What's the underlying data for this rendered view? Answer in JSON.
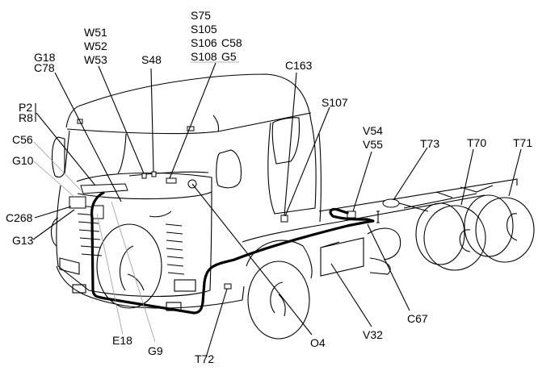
{
  "diagram": {
    "subject": "Truck chassis wiring harness component locations",
    "labels": [
      {
        "id": "W51",
        "text": "W51"
      },
      {
        "id": "W52",
        "text": "W52"
      },
      {
        "id": "W53",
        "text": "W53"
      },
      {
        "id": "S75",
        "text": "S75"
      },
      {
        "id": "S105",
        "text": "S105"
      },
      {
        "id": "S106",
        "text": "S106"
      },
      {
        "id": "C58",
        "text": "C58"
      },
      {
        "id": "S108",
        "text": "S108"
      },
      {
        "id": "G5",
        "text": "G5"
      },
      {
        "id": "G18",
        "text": "G18"
      },
      {
        "id": "C78",
        "text": "C78"
      },
      {
        "id": "S48",
        "text": "S48"
      },
      {
        "id": "C163",
        "text": "C163"
      },
      {
        "id": "P2",
        "text": "P2"
      },
      {
        "id": "R8",
        "text": "R8"
      },
      {
        "id": "S107",
        "text": "S107"
      },
      {
        "id": "C56",
        "text": "C56"
      },
      {
        "id": "G10",
        "text": "G10"
      },
      {
        "id": "V54",
        "text": "V54"
      },
      {
        "id": "V55",
        "text": "V55"
      },
      {
        "id": "T73",
        "text": "T73"
      },
      {
        "id": "T70",
        "text": "T70"
      },
      {
        "id": "T71",
        "text": "T71"
      },
      {
        "id": "C268",
        "text": "C268"
      },
      {
        "id": "G13",
        "text": "G13"
      },
      {
        "id": "E18",
        "text": "E18"
      },
      {
        "id": "G9",
        "text": "G9"
      },
      {
        "id": "T72",
        "text": "T72"
      },
      {
        "id": "O4",
        "text": "O4"
      },
      {
        "id": "V32",
        "text": "V32"
      },
      {
        "id": "C67",
        "text": "C67"
      }
    ]
  }
}
